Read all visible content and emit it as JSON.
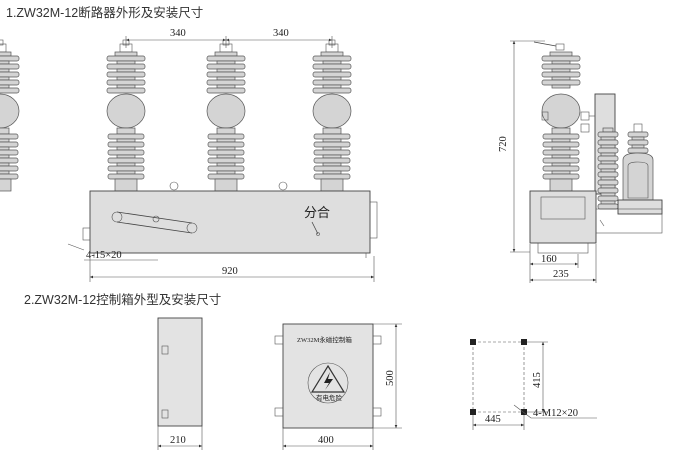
{
  "section1": {
    "title": "1.ZW32M-12断路器外形及安装尺寸",
    "pole_spacing_left": "340",
    "pole_spacing_right": "340",
    "hole_label": "4-15×20",
    "overall_width": "920",
    "panel_label": "分合",
    "side_height": "720",
    "side_depth_inner": "160",
    "side_depth_outer": "235"
  },
  "section2": {
    "title": "2.ZW32M-12控制箱外型及安装尺寸",
    "side_width": "210",
    "front_width": "400",
    "front_height": "500",
    "front_label": "ZW32M永磁控制箱",
    "warning_label": "有电危险",
    "mount_height": "415",
    "mount_width": "445",
    "mount_hole_label": "4-M12×20"
  }
}
